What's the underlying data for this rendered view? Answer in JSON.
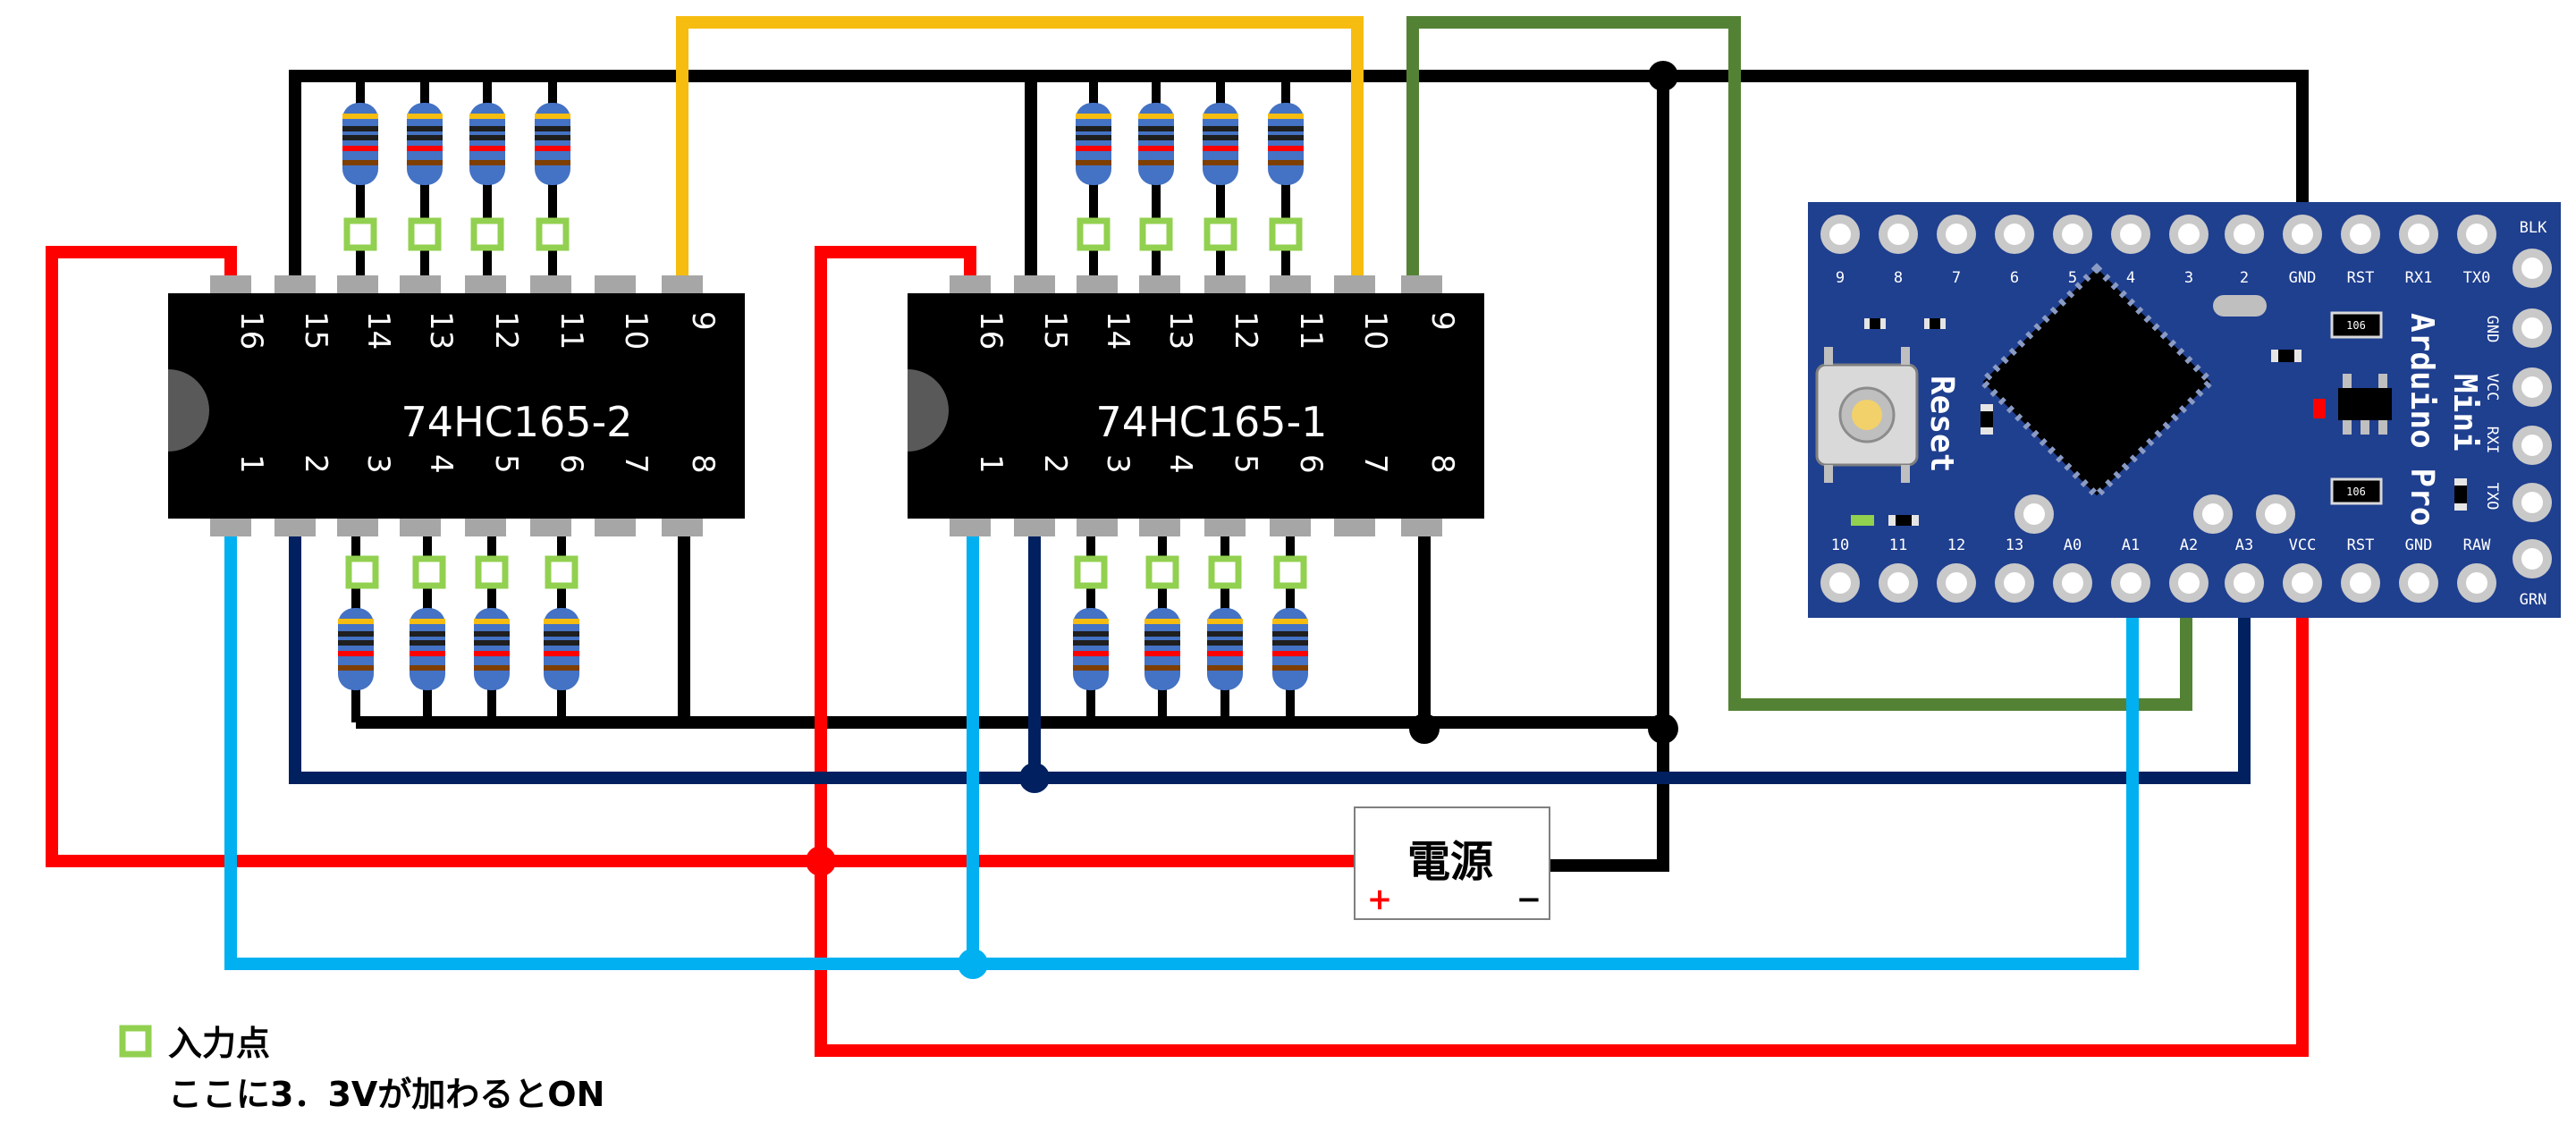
{
  "colors": {
    "wire_black": "#000000",
    "wire_red": "#ff0000",
    "wire_yellow": "#f6bd10",
    "wire_green": "#548235",
    "wire_cyan": "#00b0f0",
    "wire_navy": "#002060",
    "chip_body": "#000000",
    "pin_gray": "#a6a6a6",
    "input_point": "#92d050",
    "board_blue": "#1f3f8f"
  },
  "chips": [
    {
      "title": "74HC165-2",
      "top_pins": [
        "16",
        "15",
        "14",
        "13",
        "12",
        "11",
        "10",
        "9"
      ],
      "bottom_pins": [
        "1",
        "2",
        "3",
        "4",
        "5",
        "6",
        "7",
        "8"
      ]
    },
    {
      "title": "74HC165-1",
      "top_pins": [
        "16",
        "15",
        "14",
        "13",
        "12",
        "11",
        "10",
        "9"
      ],
      "bottom_pins": [
        "1",
        "2",
        "3",
        "4",
        "5",
        "6",
        "7",
        "8"
      ]
    }
  ],
  "arduino": {
    "top_labels": [
      "9",
      "8",
      "7",
      "6",
      "5",
      "4",
      "3",
      "2",
      "GND",
      "RST",
      "RX1",
      "TX0"
    ],
    "bottom_labels": [
      "10",
      "11",
      "12",
      "13",
      "A0",
      "A1",
      "A2",
      "A3",
      "VCC",
      "RST",
      "GND",
      "RAW"
    ],
    "right_labels": [
      "BLK",
      "GND",
      "VCC",
      "RXI",
      "TXO",
      "GRN"
    ],
    "reset_label": "Reset",
    "name_lines": [
      "Mini",
      "Arduino Pro"
    ],
    "chip_code": "106"
  },
  "power": {
    "title": "電源",
    "plus": "+",
    "minus": "−"
  },
  "legend": {
    "line1": "入力点",
    "line2": "ここに3．3Vが加わるとON"
  }
}
